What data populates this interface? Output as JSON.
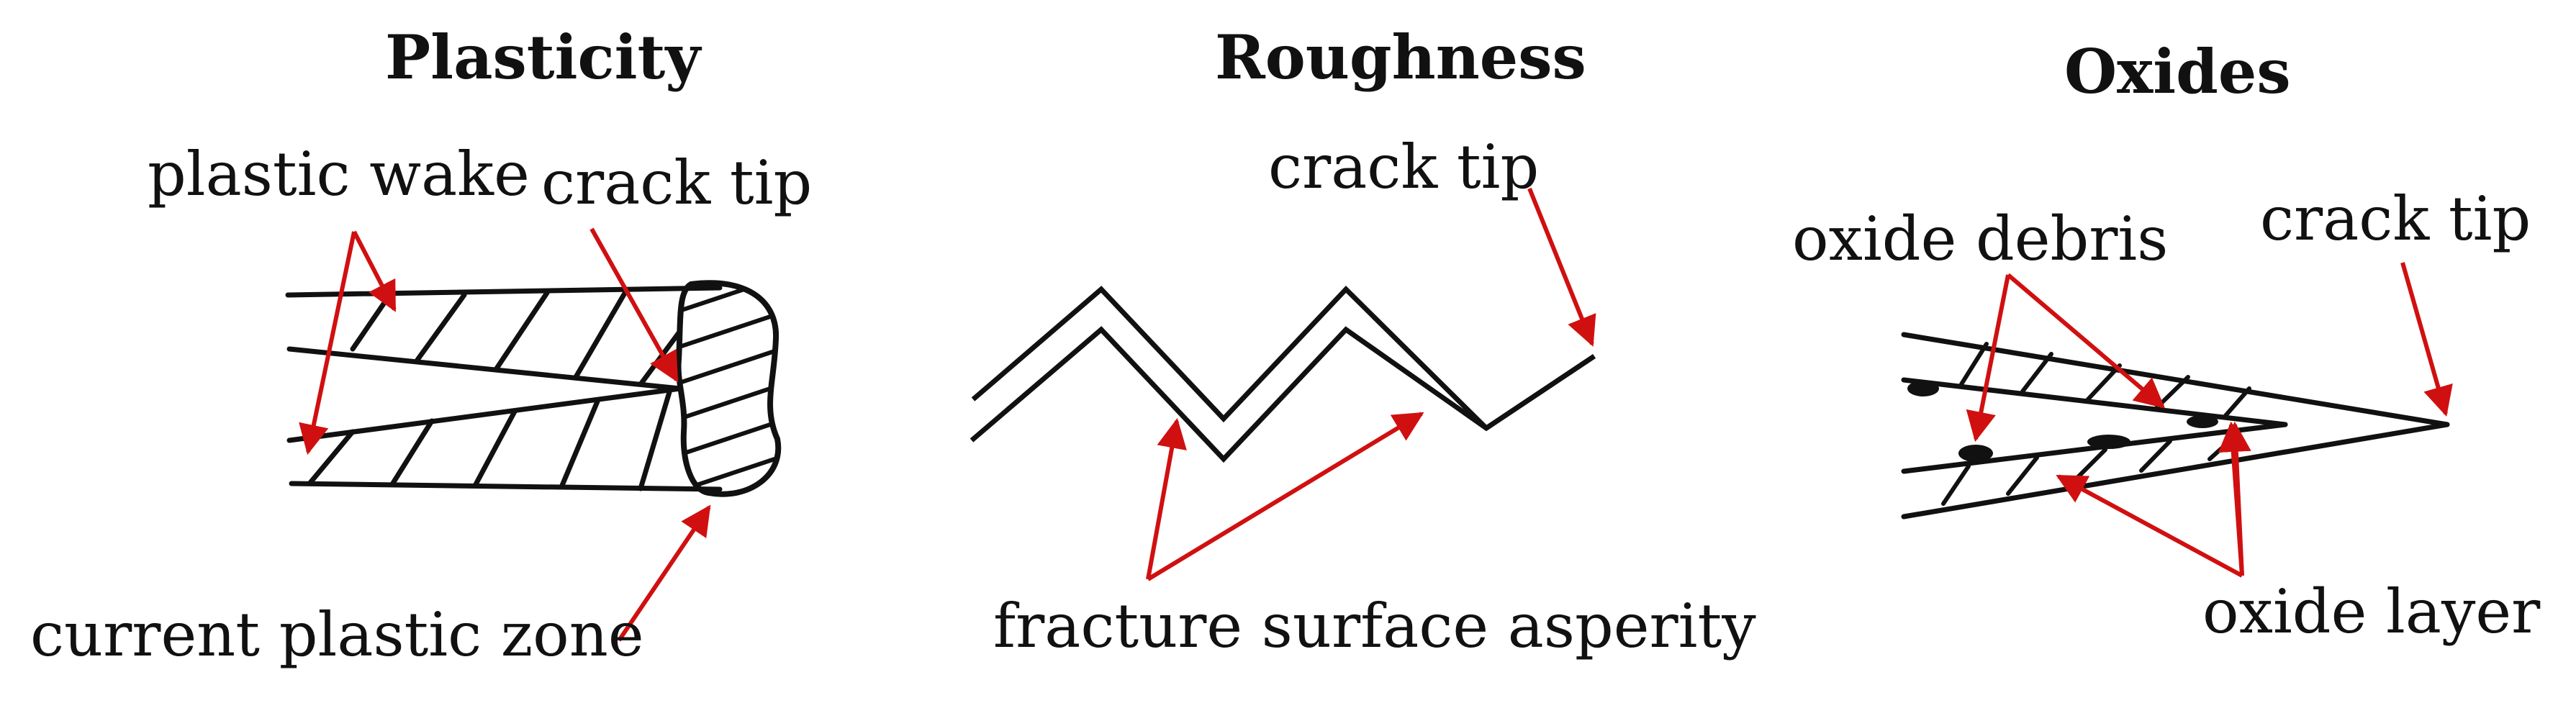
{
  "colors": {
    "ink": "#111111",
    "arrow": "#d01010",
    "background": "#ffffff"
  },
  "panels": {
    "plasticity": {
      "title": "Plasticity",
      "labels": {
        "plastic_wake": "plastic wake",
        "crack_tip": "crack tip",
        "current_plastic_zone": "current plastic zone"
      }
    },
    "roughness": {
      "title": "Roughness",
      "labels": {
        "crack_tip": "crack tip",
        "asperity": "fracture surface asperity"
      }
    },
    "oxides": {
      "title": "Oxides",
      "labels": {
        "oxide_debris": "oxide debris",
        "crack_tip": "crack tip",
        "oxide_layer": "oxide layer"
      }
    }
  }
}
